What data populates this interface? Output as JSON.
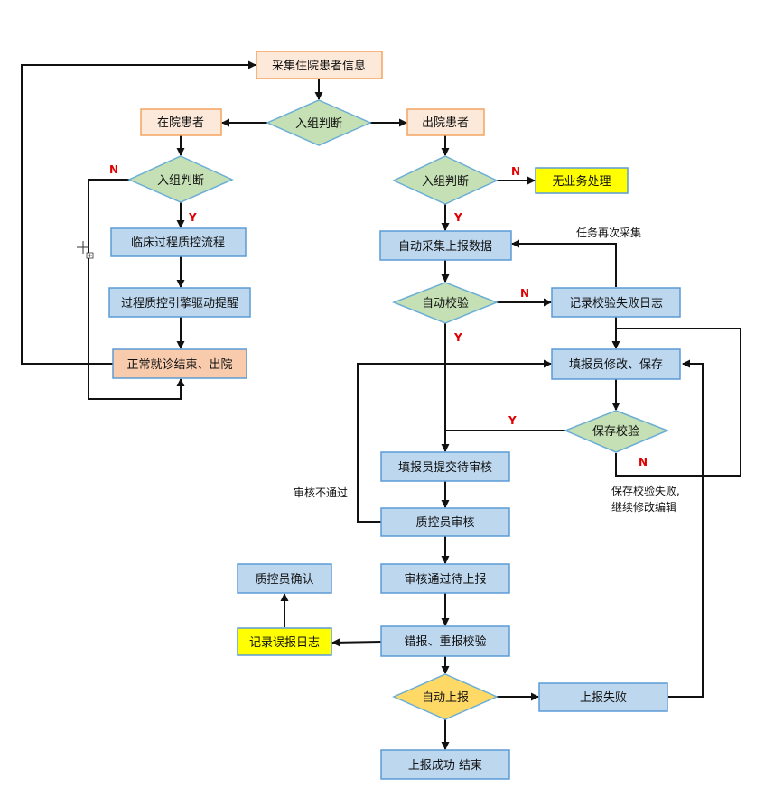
{
  "nodes": {
    "collect_info": "采集住院患者信息",
    "group_judge_top": "入组判断",
    "inpatient": "在院患者",
    "discharged": "出院患者",
    "group_judge_left": "入组判断",
    "group_judge_right": "入组判断",
    "no_business": "无业务处理",
    "clinical_qc": "临床过程质控流程",
    "engine_alert": "过程质控引擎驱动提醒",
    "normal_end": "正常就诊结束、出院",
    "auto_collect": "自动采集上报数据",
    "auto_check": "自动校验",
    "log_fail": "记录校验失败日志",
    "filler_edit": "填报员修改、保存",
    "save_check": "保存校验",
    "submit_review": "填报员提交待审核",
    "qc_review": "质控员审核",
    "pending_report": "审核通过待上报",
    "misreport_check": "错报、重报校验",
    "log_misreport": "记录误报日志",
    "qc_confirm": "质控员确认",
    "auto_report": "自动上报",
    "report_fail": "上报失败",
    "report_success": "上报成功 结束"
  },
  "annotations": {
    "recollect": "任务再次采集",
    "review_reject": "审核不通过",
    "save_fail_line1": "保存校验失败,",
    "save_fail_line2": "继续修改编辑"
  },
  "marks": {
    "yes": "Y",
    "no": "N"
  },
  "colors": {
    "orange_fill": "#fde9d9",
    "orange_stroke": "#f4a460",
    "blue_fill": "#bdd7ee",
    "blue_stroke": "#5b9bd5",
    "green_fill": "#c5e0b4",
    "green_stroke": "#6baed6",
    "yellow_fill": "#ffff00",
    "gold_fill": "#ffd966",
    "salmon_fill": "#f8cbad",
    "mark_red": "#e00000"
  }
}
